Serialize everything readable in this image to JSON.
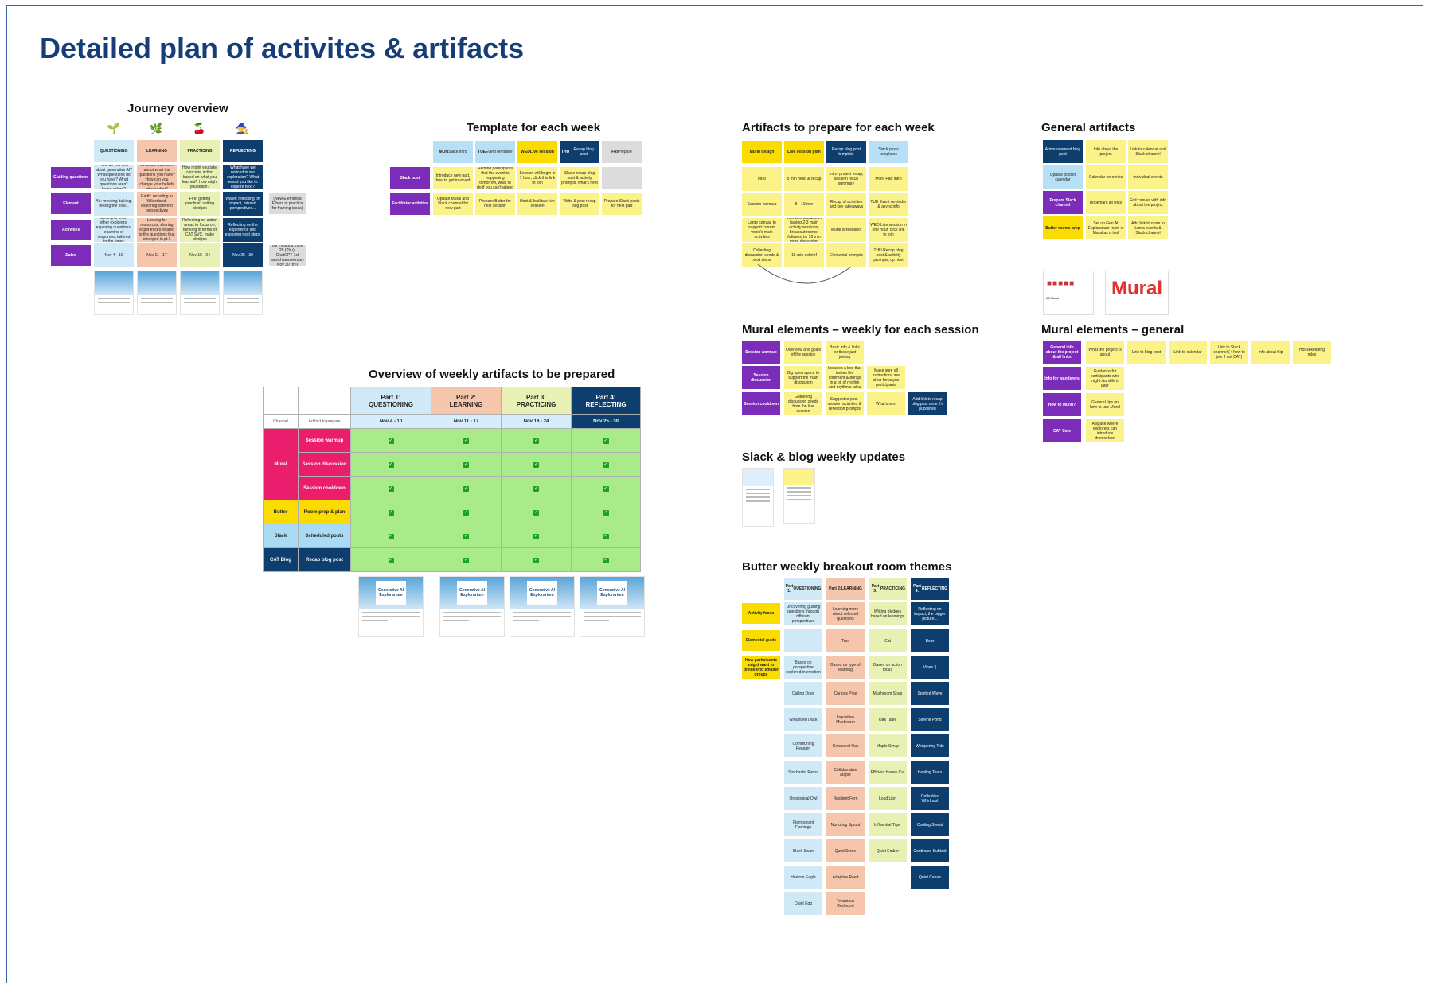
{
  "title": "Detailed plan of activites & artifacts",
  "sections": {
    "journey": "Journey overview",
    "template": "Template for each week",
    "artifacts_week": "Artifacts to prepare for each week",
    "general_artifacts": "General artifacts",
    "weekly_overview": "Overview of weekly artifacts to be prepared",
    "mural_weekly": "Mural elements – weekly for each session",
    "mural_general": "Mural elements – general",
    "slack_blog": "Slack & blog weekly updates",
    "butter_themes": "Butter weekly breakout room themes"
  },
  "journey": {
    "icons": [
      "sprout-icon",
      "leaves-icon",
      "berry-icon",
      "wizard-hat-icon"
    ],
    "heads": [
      "QUESTIONING",
      "LEARNING",
      "PRACTICING",
      "REFLECTING"
    ],
    "rows": [
      {
        "label": "Guiding questions",
        "cells": [
          "How do you feel about generative AI? What questions do you have? What questions aren't being asked?",
          "What can you learn about what the questions you have? How can you change your beliefs about what?",
          "How might you take concrete action based on what you learned? How might you teach?",
          "What have we noticed in our exploration? What would you like to explore next?"
        ]
      },
      {
        "label": "Element",
        "cells": [
          "Air: meeting, talking, feeling the flow...",
          "Earth: rerooting in Wilderland, exploring different perspectives",
          "Fire: getting practical, setting pledges",
          "Water: reflecting on impact, missed perspectives..."
        ],
        "extra": "(New Elemental Ethers in practice for framing ideas)"
      },
      {
        "label": "Activities",
        "cells": [
          "Getting to know other explorers, exploring questions, examine of responses tailored to the times",
          "Looking for resources, sharing experiences related to the questions that emerged in pt.1",
          "Reflecting on action areas to focus on, thinking in terms of CAT SVC, make pledges",
          "Reflecting on the experience and exploring next steps"
        ]
      },
      {
        "label": "Dates",
        "cells": [
          "Nov 4 - 10",
          "Nov 11 - 17",
          "Nov 18 - 24",
          "Nov 25 - 30"
        ],
        "extra": "(At Thinking: Nov 28 (Thu); ChatGPT 1st launch anniversary Nov 30 (fri))"
      }
    ]
  },
  "template": {
    "days": [
      {
        "day": "MON",
        "text": "Slack intro"
      },
      {
        "day": "TUE",
        "text": "Event reminder"
      },
      {
        "day": "WED",
        "text": "Live session"
      },
      {
        "day": "THU",
        "text": "Recap blog post"
      },
      {
        "day": "FRI",
        "text": "Prepare"
      }
    ],
    "rows": [
      {
        "label": "Slack post",
        "cells": [
          "Introduce new part, how to get involved",
          "Remind participants that the event is happening tomorrow, what to do if you can't attend",
          "Session will begin in 1 hour, click this link to join",
          "Share recap blog post & activity prompts, what's next",
          ""
        ]
      },
      {
        "label": "Facilitator activites",
        "cells": [
          "Update Mural and Slack channel for new part",
          "Prepare Butter for next session",
          "Host & facilitate live session",
          "Write & post recap blog post",
          "Prepare Slack posts for next part"
        ]
      }
    ]
  },
  "artifacts_week": {
    "headers": [
      "Mural design",
      "Live session plan",
      "Recap blog post template",
      "Slack posts templates"
    ],
    "rows": [
      [
        "Intro",
        "5 min hello & recap",
        "Intro: project recap, session focus summary",
        "MON Part intro"
      ],
      [
        "Session warmup",
        "5 - 10 min",
        "Recap of activities and key takeaways",
        "TUE Event reminder & async info"
      ],
      [
        "Large canvas to support current week's main activities",
        "Tool with discussion having 2-3 main activity sessions, breakout rooms, followed by 10 min more discussion",
        "Mural screenshot",
        "WED Live session in one hour, click link to join"
      ],
      [
        "Collecting discussion seeds & next steps",
        "15 min debrief",
        "Elemental prompts",
        "THU Recap blog post & activity prompts, up next"
      ]
    ]
  },
  "general_artifacts": {
    "rows": [
      {
        "label": "Announcement blog post",
        "cells": [
          "Info about the project",
          "Link to calendar and Slack channel"
        ]
      },
      {
        "label": "Update post in calendar",
        "cells": [
          "Calendar for series",
          "Individual events"
        ]
      },
      {
        "label": "Prepare Slack channel",
        "cells": [
          "Bookmark all links",
          "Edit canvas with info about the project"
        ]
      },
      {
        "label": "Butter rooms prep",
        "cells": [
          "Set up Gen AI Explorarium room w Mural as a tool",
          "Add link to room to Luma events & Slack channel"
        ]
      }
    ],
    "logos": [
      "All Mural",
      "Mural"
    ]
  },
  "weekly_overview": {
    "col_channel": "Channel",
    "col_artifact": "Artifact to prepare",
    "parts": [
      {
        "part": "Part 1:",
        "name": "QUESTIONING",
        "dates": "Nov 4 - 10"
      },
      {
        "part": "Part 2:",
        "name": "LEARNING",
        "dates": "Nov 11 - 17"
      },
      {
        "part": "Part 3:",
        "name": "PRACTICING",
        "dates": "Nov 18 - 24"
      },
      {
        "part": "Part 4:",
        "name": "REFLECTING",
        "dates": "Nov 25 - 30"
      }
    ],
    "rows": [
      {
        "channel": "Mural",
        "artifact": "Session warmup"
      },
      {
        "channel": "",
        "artifact": "Session discussion"
      },
      {
        "channel": "",
        "artifact": "Session cooldown"
      },
      {
        "channel": "Butter",
        "artifact": "Room prep & plan"
      },
      {
        "channel": "Slack",
        "artifact": "Scheduled posts"
      },
      {
        "channel": "CAT Blog",
        "artifact": "Recap blog post"
      }
    ],
    "check": "✓",
    "doc_title": "Generative AI Explorarium"
  },
  "mural_weekly": {
    "rows": [
      {
        "label": "Session warmup",
        "cells": [
          "Overview and goals of the session",
          "Basic info & links for those just joining"
        ]
      },
      {
        "label": "Session discussion",
        "cells": [
          "Big open space to support the main discussion",
          "Includes a box that invites the comment & brings in a bit of rhythm and rhythmic talks",
          "Make sure all instructions are clear for async participants"
        ]
      },
      {
        "label": "Session cooldown",
        "cells": [
          "Gathering discussion seeds from the live session",
          "Suggested post-session activities & reflection prompts",
          "What's next",
          "Add link to recap blog post once it's published"
        ]
      }
    ]
  },
  "mural_general": {
    "rows": [
      {
        "label": "General info about the project & all links",
        "cells": [
          "What the project is about",
          "Link to blog post",
          "Link to calendar",
          "Link to Slack channel (+ how to join if not CAT)",
          "Info about Kip",
          "Housekeeping rules"
        ]
      },
      {
        "label": "Info for wanderers",
        "cells": [
          "Guidance for participants who might stumble in later"
        ]
      },
      {
        "label": "How to Mural?",
        "cells": [
          "General tips on how to use Mural"
        ]
      },
      {
        "label": "CAT Cafe",
        "cells": [
          "A space where explorers can introduce themselves"
        ]
      }
    ]
  },
  "butter": {
    "heads": [
      {
        "part": "Part 1:",
        "name": "QUESTIONING"
      },
      {
        "part": "Part 2:",
        "name": "LEARNING"
      },
      {
        "part": "Part 3:",
        "name": "PRACTICING"
      },
      {
        "part": "Part 4:",
        "name": "REFLECTING"
      }
    ],
    "labels": [
      "Activity focus",
      "Elemental guide",
      "How participants might want to divide into smaller groups"
    ],
    "focus": [
      "Uncovering guiding questions through different perspectives",
      "Learning more about selected questions",
      "Writing pledges based on learnings",
      "Reflecting on impact, the bigger picture..."
    ],
    "guide": [
      "",
      "Trex",
      "Cat",
      "Boar"
    ],
    "divide": [
      "Based on perspective explored in emotion",
      "Based on type of learning",
      "Based on action focus",
      "Vibes :)"
    ],
    "rooms": [
      [
        "Calling Dove",
        "Curious Pine",
        "Mushroom Soup",
        "Spirited Wave"
      ],
      [
        "Grounded Duck",
        "Inquisitive Mushroom",
        "Oak Table",
        "Serene Pond"
      ],
      [
        "Communing Penguin",
        "Grounded Oak",
        "Maple Syrup",
        "Whispering Tide"
      ],
      [
        "Stochastic Parrot",
        "Collaborative Maple",
        "Efficient House Cat",
        "Healing Tears"
      ],
      [
        "Ontological Owl",
        "Resilient Fern",
        "Loud Lion",
        "Reflective Whirlpool"
      ],
      [
        "Flamboyant Flamingo",
        "Nurturing Sprout",
        "Influential Tiger",
        "Cooling Sweat"
      ],
      [
        "Black Swan",
        "Quiet Stone",
        "Quiet Ember",
        "Continued Subtext"
      ],
      [
        "Horizon Eagle",
        "Adaptive Reed",
        "",
        "Quiet Canoe"
      ],
      [
        "Quiet Egg",
        "Tenacious Redwood",
        "",
        ""
      ]
    ]
  }
}
